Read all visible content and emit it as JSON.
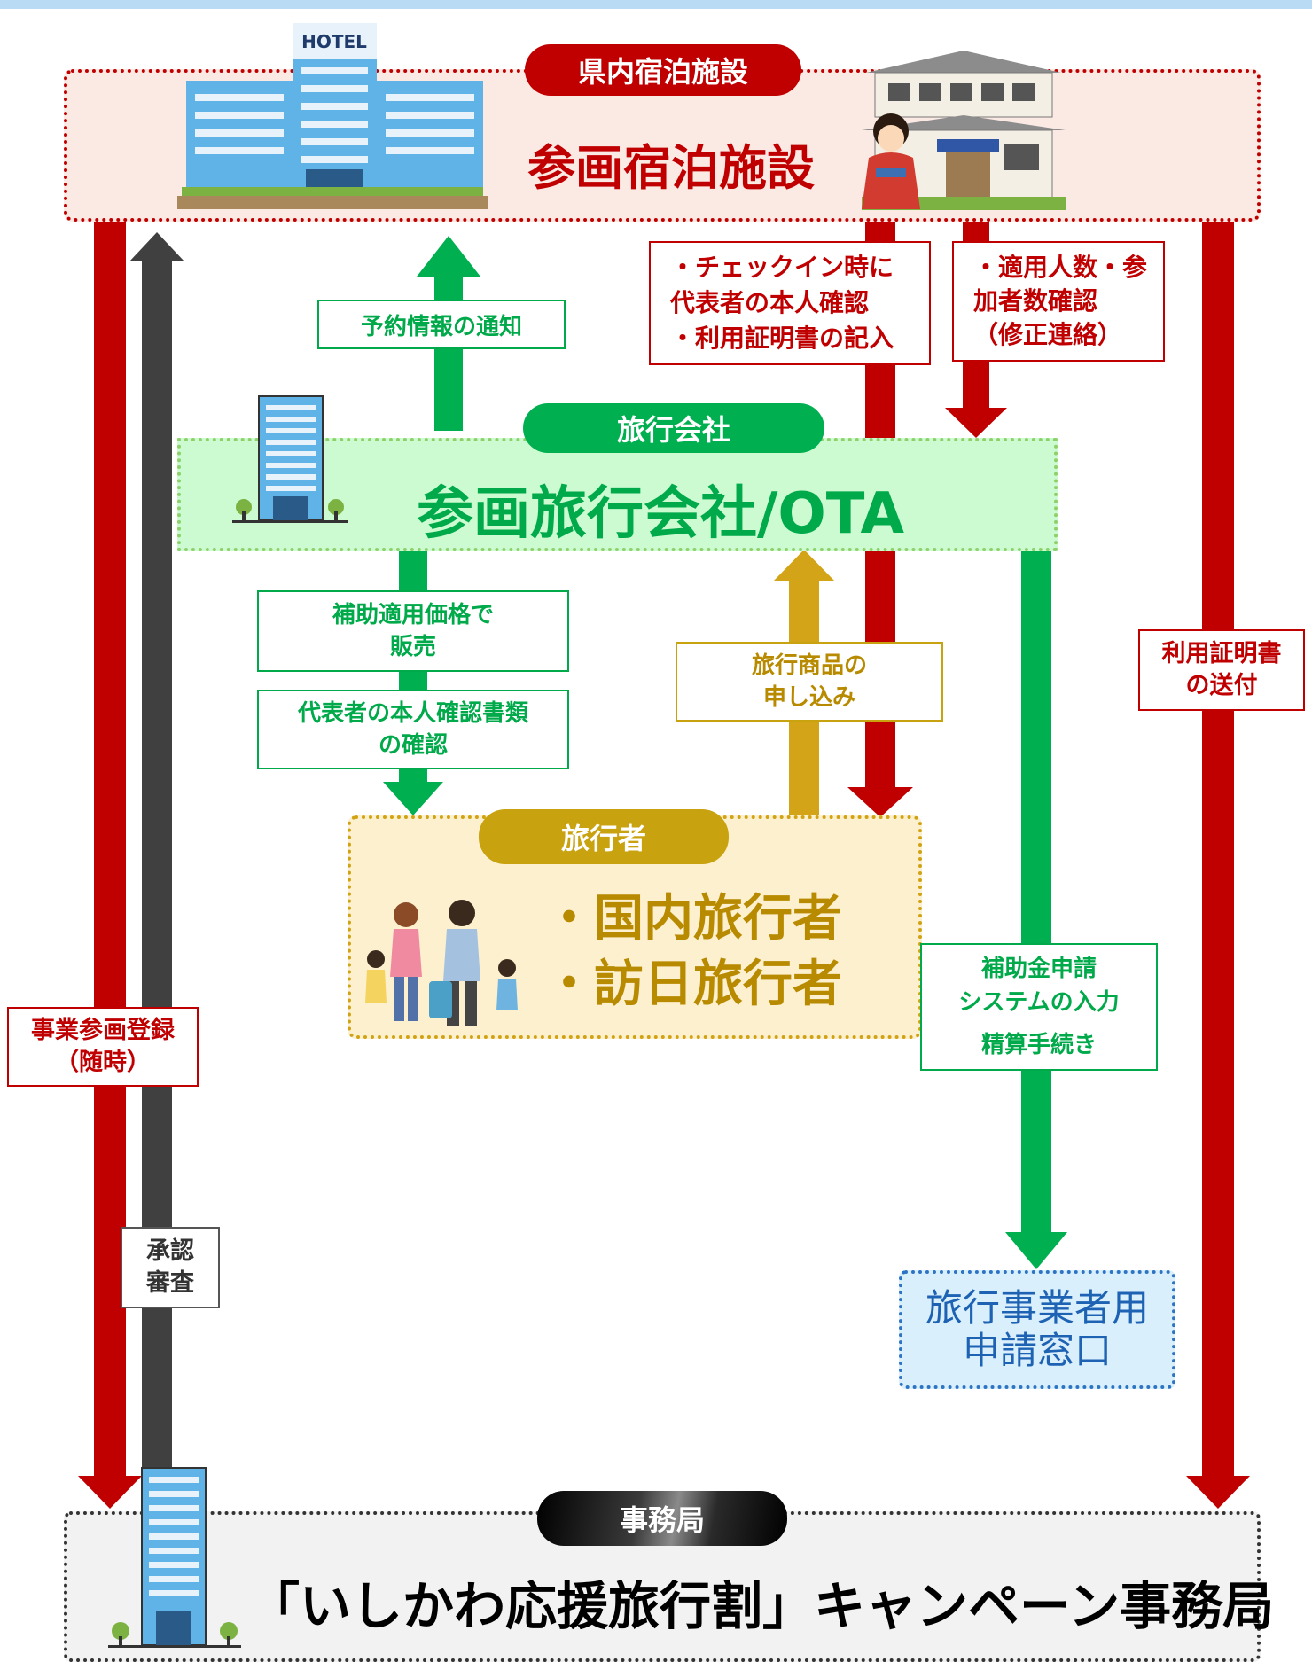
{
  "labels": {
    "prefecture_lodging": "県内宿泊施設",
    "participating_lodging": "参画宿泊施設",
    "travel_agency": "旅行会社",
    "participating_agency": "参画旅行会社/OTA",
    "traveler": "旅行者",
    "traveler_items": [
      "・国内旅行者",
      "・訪日旅行者"
    ],
    "application_window": [
      "旅行事業者用",
      "申請窓口"
    ],
    "secretariat": "事務局",
    "secretariat_name": "「いしかわ応援旅行割」キャンペーン事務局"
  },
  "flows": {
    "reservation_notice": "予約情報の通知",
    "checkin_items": [
      "・チェックイン時に",
      "代表者の本人確認",
      "・利用証明書の記入"
    ],
    "participant_items": [
      "・適用人数・参",
      "加者数確認",
      "（修正連絡）"
    ],
    "sell_price": [
      "補助適用価格で",
      "販売"
    ],
    "id_check": [
      "代表者の本人確認書類",
      "の確認"
    ],
    "travel_product": [
      "旅行商品の",
      "申し込み"
    ],
    "subsidy_items": [
      "補助金申請",
      "システムの入力",
      "精算手続き"
    ],
    "certificate_send": [
      "利用証明書",
      "の送付"
    ],
    "registration": [
      "事業参画登録",
      "（随時）"
    ],
    "approval": [
      "承認",
      "審査"
    ]
  },
  "icons": [
    "hotel-building-icon",
    "japanese-inn-icon",
    "kimono-host-icon",
    "office-building-icon",
    "traveler-family-icon"
  ],
  "colors": {
    "red": "#c00000",
    "green": "#00b050",
    "gold": "#c9a210",
    "blue": "#2e74c5",
    "dark": "#333333"
  }
}
